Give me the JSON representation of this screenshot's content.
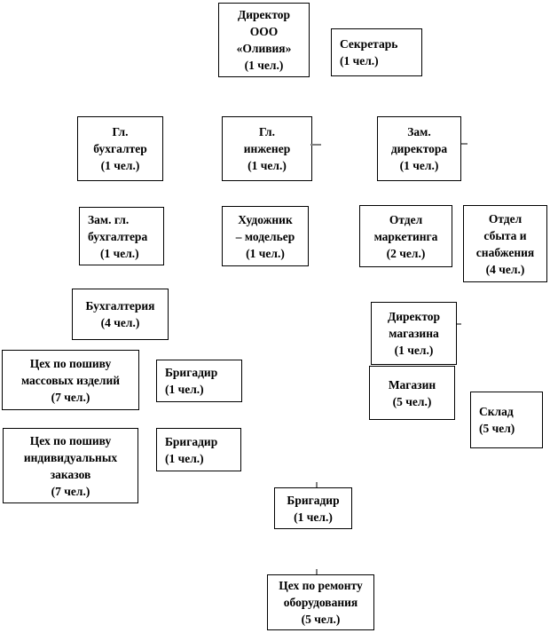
{
  "page": {
    "background_color": "#ffffff",
    "box_fill_color": "#ffffff",
    "box_border_color": "#000000",
    "text_color": "#000000",
    "connector_stub_color": "#7f7f7f"
  },
  "boxes": {
    "director": {
      "lines": [
        "Директор",
        "ООО",
        "«Оливия»",
        "(1 чел.)"
      ]
    },
    "secretary": {
      "lines": [
        "Секретарь",
        "(1 чел.)"
      ]
    },
    "chief_accountant": {
      "lines": [
        "Гл.",
        "бухгалтер",
        "(1 чел.)"
      ]
    },
    "chief_engineer": {
      "lines": [
        "Гл.",
        "инженер",
        "(1 чел.)"
      ]
    },
    "deputy_director": {
      "lines": [
        "Зам.",
        "директора",
        "(1 чел.)"
      ]
    },
    "deputy_chief_accountant": {
      "lines": [
        "Зам. гл.",
        "бухгалтера",
        "(1 чел.)"
      ]
    },
    "artist_designer": {
      "lines": [
        "Художник",
        "– модельер",
        "(1 чел.)"
      ]
    },
    "marketing_dept": {
      "lines": [
        "Отдел",
        "маркетинга",
        "(2 чел.)"
      ]
    },
    "sales_supply_dept": {
      "lines": [
        "Отдел",
        "сбыта и",
        "снабжения",
        "(4 чел.)"
      ]
    },
    "accounting": {
      "lines": [
        "Бухгалтерия",
        "(4 чел.)"
      ]
    },
    "shop_director": {
      "lines": [
        "Директор",
        "магазина",
        "(1 чел.)"
      ]
    },
    "mass_production_shop": {
      "lines": [
        "Цех по пошиву",
        "массовых изделий",
        "(7 чел.)"
      ]
    },
    "foreman_1": {
      "lines": [
        "Бригадир",
        "(1 чел.)"
      ]
    },
    "store": {
      "lines": [
        "Магазин",
        "(5 чел.)"
      ]
    },
    "warehouse": {
      "lines": [
        "Склад",
        "(5 чел)"
      ]
    },
    "individual_orders_shop": {
      "lines": [
        "Цех по пошиву",
        "индивидуальных",
        "заказов",
        "(7 чел.)"
      ]
    },
    "foreman_2": {
      "lines": [
        "Бригадир",
        "(1 чел.)"
      ]
    },
    "foreman_3": {
      "lines": [
        "Бригадир",
        "(1 чел.)"
      ]
    },
    "equipment_repair_shop": {
      "lines": [
        "Цех по ремонту",
        "оборудования",
        "(5 чел.)"
      ]
    }
  }
}
